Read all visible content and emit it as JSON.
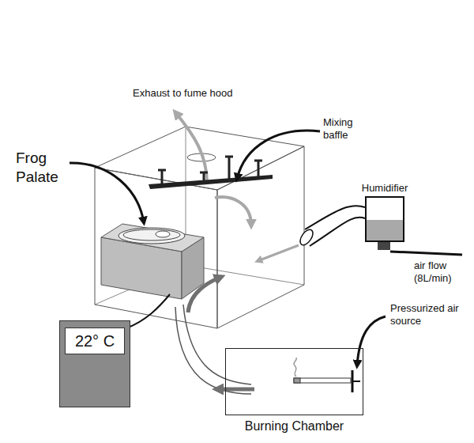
{
  "diagram": {
    "nodes": [
      {
        "text": [
          "Humidifier"
        ]
      },
      {
        "text": [
          "22° C"
        ]
      },
      {
        "text": [
          "Burning Chamber"
        ]
      }
    ],
    "labels": [
      "Exhaust to fume hood",
      "Mixing baffle",
      "Frog Palate",
      "air flow (8L/min)",
      "Pressurized air source"
    ]
  }
}
